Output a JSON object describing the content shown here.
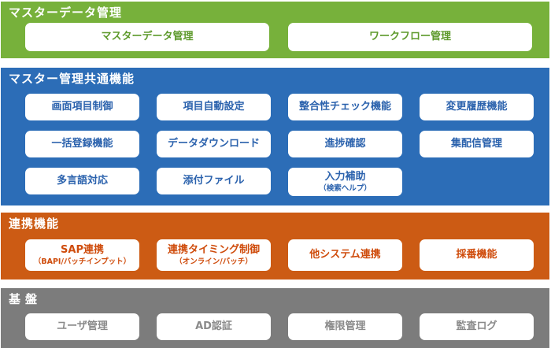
{
  "sections": [
    {
      "title": "マスターデータ管理",
      "items": [
        {
          "label": "マスターデータ管理"
        },
        {
          "label": "ワークフロー管理"
        }
      ]
    },
    {
      "title": "マスター管理共通機能",
      "items": [
        {
          "label": "画面項目制御"
        },
        {
          "label": "項目自動設定"
        },
        {
          "label": "整合性チェック機能"
        },
        {
          "label": "変更履歴機能"
        },
        {
          "label": "一括登録機能"
        },
        {
          "label": "データダウンロード"
        },
        {
          "label": "進捗確認"
        },
        {
          "label": "集配信管理"
        },
        {
          "label": "多言語対応"
        },
        {
          "label": "添付ファイル"
        },
        {
          "label": "入力補助",
          "sub": "（検索ヘルプ）"
        }
      ]
    },
    {
      "title": "連携機能",
      "items": [
        {
          "label": "SAP連携",
          "sub": "（BAPI/バッチインプット）"
        },
        {
          "label": "連携タイミング制御",
          "sub": "（オンライン/バッチ）"
        },
        {
          "label": "他システム連携"
        },
        {
          "label": "採番機能"
        }
      ]
    },
    {
      "title": "基盤",
      "items": [
        {
          "label": "ユーザ管理"
        },
        {
          "label": "AD認証"
        },
        {
          "label": "権限管理"
        },
        {
          "label": "監査ログ"
        }
      ]
    }
  ]
}
